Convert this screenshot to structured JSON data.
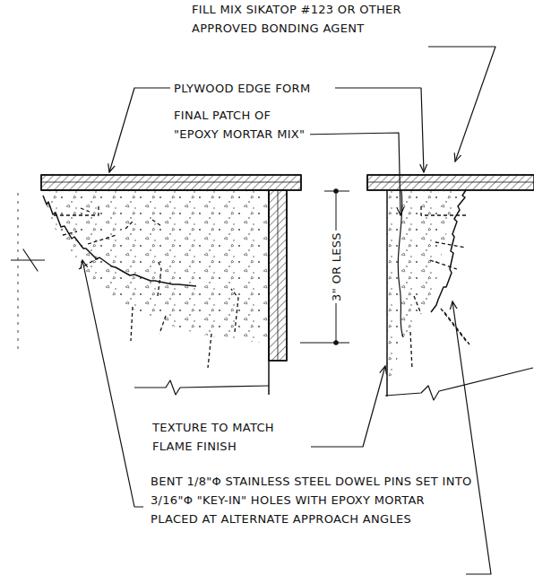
{
  "diagram": {
    "labels": [
      "FILL MIX SIKATOP #123 OR OTHER APPROVED BONDING AGENT",
      "PLYWOOD EDGE FORM",
      "FINAL PATCH OF \"EPOXY MORTAR MIX\"",
      "3\" OR LESS",
      "TEXTURE TO MATCH FLAME FINISH",
      "BENT 1/8\"Φ STAINLESS STEEL DOWEL PINS SET INTO 3/16\"Φ \"KEY-IN\" HOLES WITH EPOXY MORTAR PLACED AT ALTERNATE APPROACH ANGLES"
    ]
  }
}
